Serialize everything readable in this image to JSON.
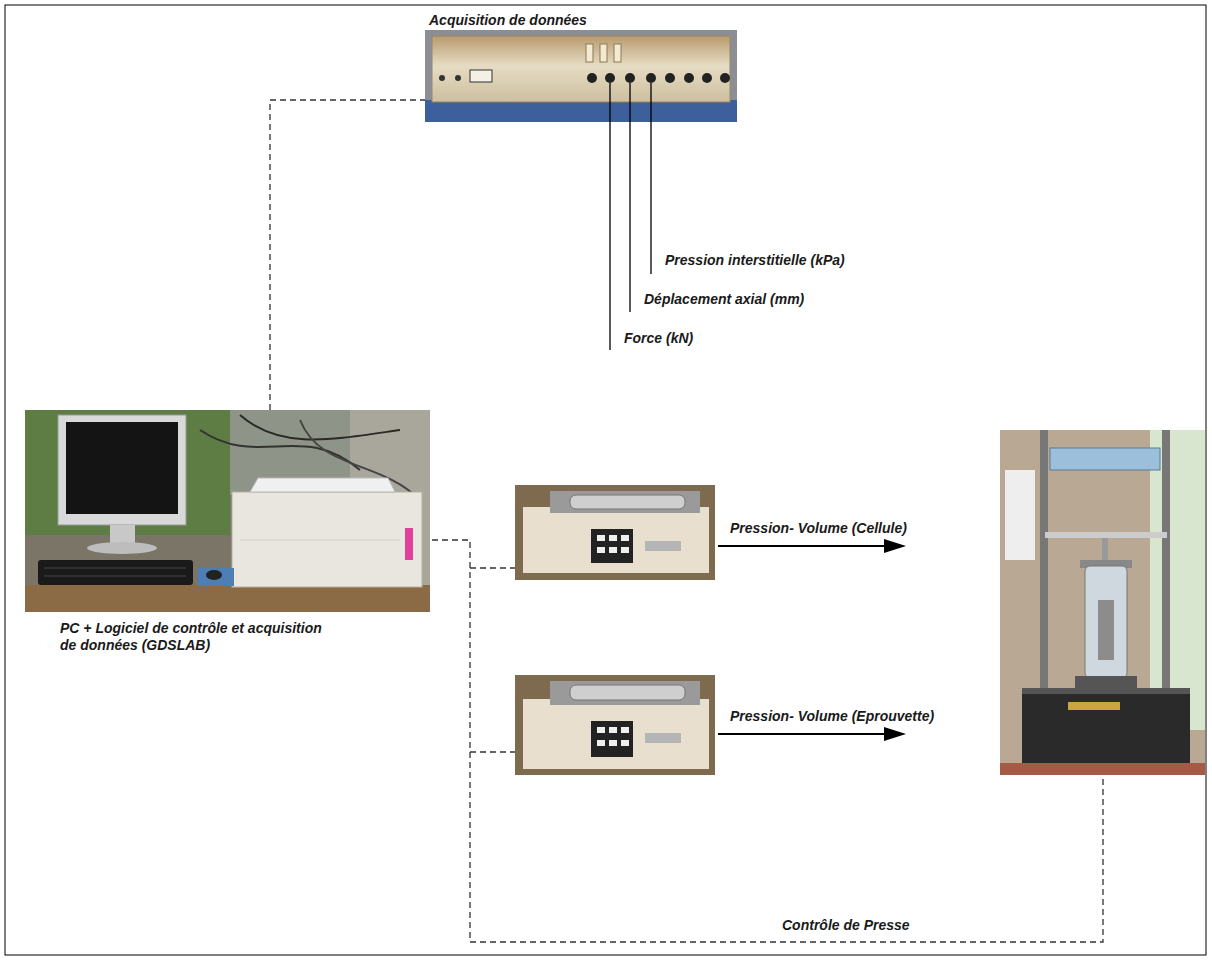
{
  "diagram": {
    "nodes": [
      {
        "text": [
          "Acquisition de données"
        ]
      },
      {
        "text": [
          "PC + Logiciel de contrôle et acquisition de données (GDSLAB)"
        ]
      }
    ],
    "edges": [
      {
        "from": 1,
        "to": 0,
        "arrow": "none"
      }
    ],
    "labels": [
      "Pression interstitielle (kPa)",
      "Déplacement axial (mm)",
      "Force (kN)",
      "Pression- Volume (Cellule)",
      "Pression- Volume (Eprouvette)",
      "Contrôle de Presse"
    ]
  }
}
